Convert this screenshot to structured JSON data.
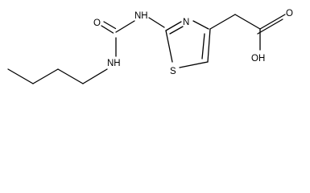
{
  "molecule": {
    "atoms": {
      "nh_left": "NH",
      "nh_right": "NH",
      "o_carbonyl": "O",
      "n_ring": "N",
      "s_ring": "S",
      "o_acid": "O",
      "oh_acid": "OH"
    }
  }
}
